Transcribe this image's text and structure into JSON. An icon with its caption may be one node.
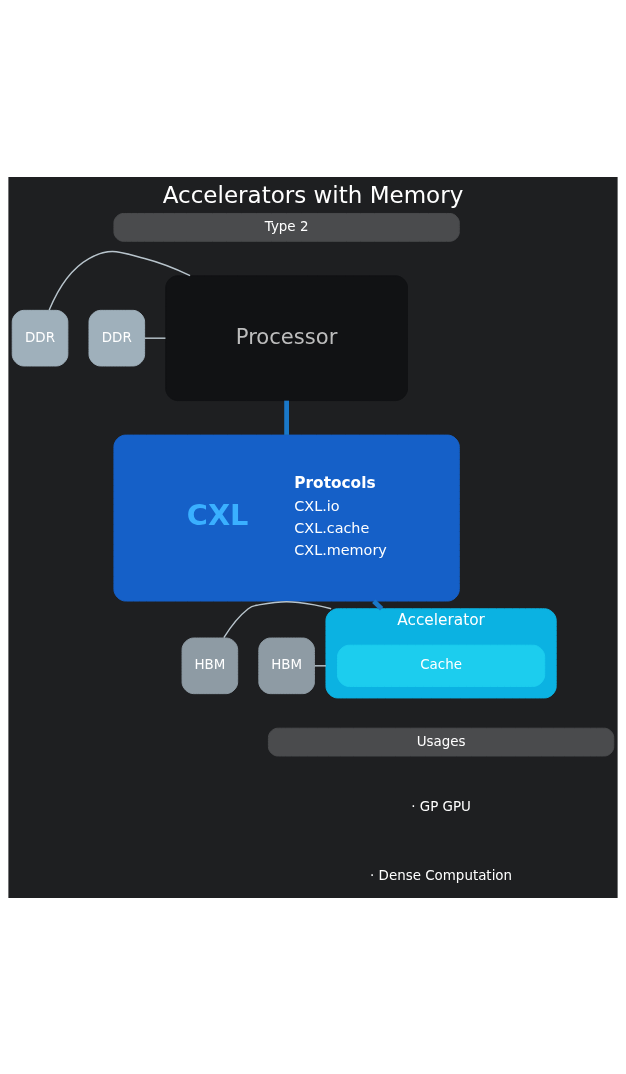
{
  "diagram": {
    "title": "Accelerators with Memory",
    "nodes": [
      {
        "text": [
          "Type 2"
        ]
      },
      {
        "text": [
          "DDR"
        ]
      },
      {
        "text": [
          "DDR"
        ]
      },
      {
        "text": [
          "Processor"
        ]
      },
      {
        "text": [
          "CXL",
          "Protocols",
          "CXL.io",
          "CXL.cache",
          "CXL.memory"
        ]
      },
      {
        "text": [
          "HBM"
        ]
      },
      {
        "text": [
          "HBM"
        ]
      },
      {
        "text": [
          "Accelerator"
        ]
      },
      {
        "text": [
          "Cache"
        ],
        "in": 7
      },
      {
        "text": [
          "Usages"
        ]
      }
    ],
    "edges": [
      {
        "from": 1,
        "to": 3,
        "arrow": "none"
      },
      {
        "from": 2,
        "to": 3,
        "arrow": "none"
      },
      {
        "from": 3,
        "to": 4,
        "arrow": "none",
        "style": "thick",
        "color": "#1a78c8"
      },
      {
        "from": 4,
        "to": 7,
        "arrow": "none",
        "style": "thick",
        "color": "#1a78c8"
      },
      {
        "from": 5,
        "to": 7,
        "arrow": "none"
      },
      {
        "from": 6,
        "to": 7,
        "arrow": "none"
      }
    ],
    "labels": [
      "· GP GPU",
      "· Dense Computation"
    ]
  }
}
